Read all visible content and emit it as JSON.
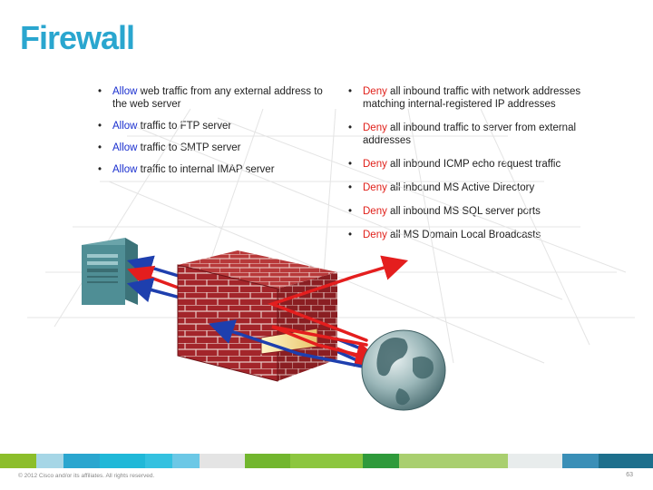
{
  "slide": {
    "title": "Firewall",
    "allow_rules": [
      {
        "keyword": "Allow",
        "text": " web traffic from any external address to the web server"
      },
      {
        "keyword": "Allow",
        "text": " traffic to FTP server"
      },
      {
        "keyword": "Allow",
        "text": " traffic to SMTP server"
      },
      {
        "keyword": "Allow",
        "text": " traffic to internal IMAP server"
      }
    ],
    "deny_rules": [
      {
        "keyword": "Deny",
        "text": " all inbound traffic with network addresses matching internal-registered IP addresses"
      },
      {
        "keyword": "Deny",
        "text": " all inbound traffic to server from external addresses"
      },
      {
        "keyword": "Deny",
        "text": " all inbound ICMP echo request traffic"
      },
      {
        "keyword": "Deny",
        "text": " all inbound MS Active Directory"
      },
      {
        "keyword": "Deny",
        "text": " all inbound MS SQL server ports"
      },
      {
        "keyword": "Deny",
        "text": " all MS Domain Local Broadcasts"
      }
    ],
    "bullet": "•"
  },
  "footer": {
    "copyright": "© 2012 Cisco and/or its affiliates. All rights reserved.",
    "page_number": "63"
  },
  "colors": {
    "title": "#2aa6cf",
    "allow": "#1a2fcf",
    "deny": "#e0201a",
    "brick": "#a3252a",
    "server": "#4f8e95",
    "footer_segments": [
      "#8cbe2b",
      "#a6d6e6",
      "#2aa6cf",
      "#20b8d8",
      "#34c1e0",
      "#6cc8e6",
      "#e4e4e4",
      "#72b62e",
      "#8cc63f",
      "#2f9a3b",
      "#a9cf6f",
      "#3a8fb7",
      "#1d6f8c"
    ]
  },
  "icons": [
    "server-icon",
    "firewall-brick-wall-icon",
    "globe-icon",
    "traffic-arrow-icon"
  ]
}
